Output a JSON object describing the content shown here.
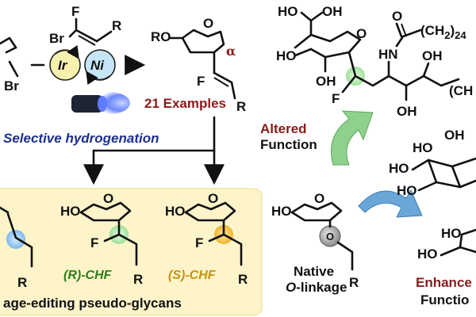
{
  "atoms": {
    "br": "Br",
    "f": "F",
    "r": "R",
    "o": "O",
    "ro": "RO",
    "ho": "HO",
    "oh": "OH",
    "nh": "HN",
    "c_frag": "(CH"
  },
  "fragments": {
    "ch2_main": "(CH",
    "ch2_sub": "2",
    "ch2_mult": ")",
    "ch2_count": "24",
    "ch3": "CH"
  },
  "catalysts": {
    "ir": "Ir",
    "ni": "Ni"
  },
  "labels": {
    "alpha": "α",
    "examples": "21 Examples",
    "selective": "Selective hydrogenation",
    "altered_1": "Altered",
    "altered_2": "Function",
    "native_1": "Native",
    "native_2_italic": "O",
    "native_2_rest": "-linkage",
    "enhanced_1": "Enhance",
    "enhanced_2": "Functio",
    "r_chf_paren_open": "(",
    "r_chf_letter": "R",
    "r_chf_rest": ")-CHF",
    "s_chf_paren_open": "(",
    "s_chf_letter": "S",
    "s_chf_rest": ")-CHF",
    "pseudo": "age-editing pseudo-glycans"
  },
  "colors": {
    "panel_bg": "#fdf4c9",
    "blue_highlight": "#9ecbf5",
    "green_highlight": "#b8ecb4",
    "gold_highlight": "#f6c95c",
    "gray_highlight": "#a8a8a8",
    "arrow_green": "#8fd08d",
    "arrow_blue": "#6aa6d8",
    "ir_fill": "#f7f1b0",
    "ni_fill": "#c6e6f7",
    "label_red": "#8b1a1a",
    "label_blue": "#1d2f8f",
    "label_green": "#2d7d1a",
    "label_gold": "#c79211"
  }
}
